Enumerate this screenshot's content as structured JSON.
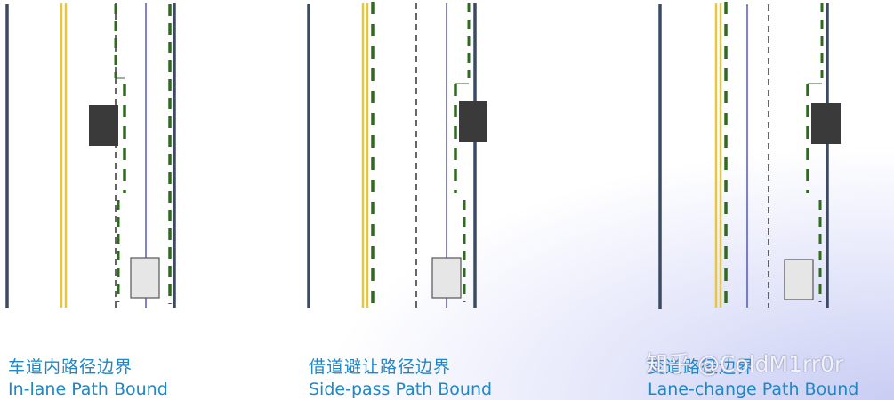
{
  "panels": [
    {
      "caption_zh": "车道内路径边界",
      "caption_en": "In-lane Path Bound"
    },
    {
      "caption_zh": "借道避让路径边界",
      "caption_en": "Side-pass Path Bound"
    },
    {
      "caption_zh": "变道路径边界",
      "caption_en": "Lane-change Path Bound"
    }
  ],
  "watermark": "知乎 @ColdM1rr0r",
  "colors": {
    "road_edge": "#3d4a63",
    "center_line": "#e8c53a",
    "bound": "#2f6b1f",
    "reference_line": "#3b3dbf",
    "obstacle": "#3a3a3a",
    "ego_vehicle": "#e6e6e6",
    "caption": "#1e87c8"
  }
}
